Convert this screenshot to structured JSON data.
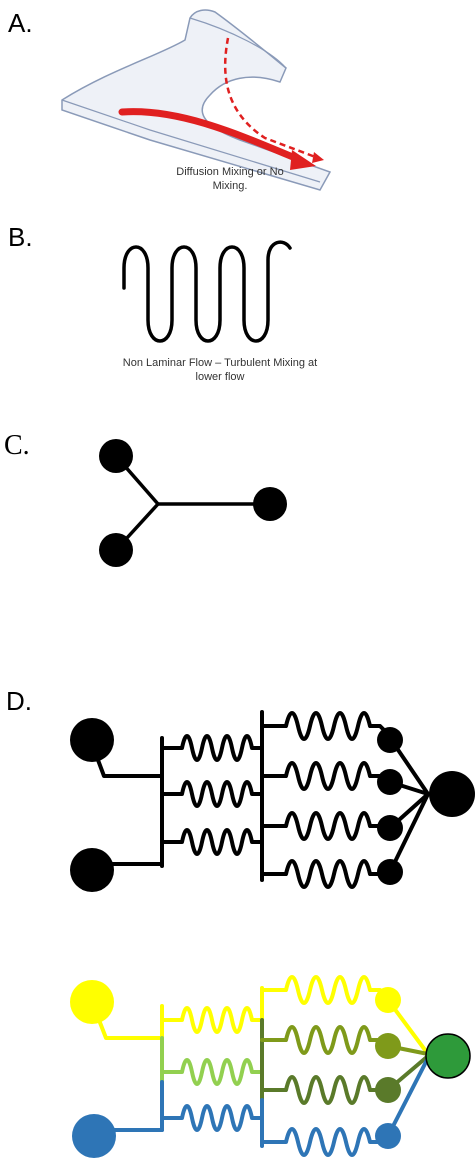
{
  "panels": {
    "a": {
      "label": "A.",
      "caption_line1": "Diffusion Mixing or No",
      "caption_line2": "Mixing."
    },
    "b": {
      "label": "B.",
      "caption_line1": "Non Laminar Flow – Turbulent Mixing at",
      "caption_line2": "lower flow"
    },
    "c": {
      "label": "C."
    },
    "d": {
      "label": "D."
    }
  },
  "colors": {
    "black": "#000000",
    "red": "#e02020",
    "yellow": "#ffff00",
    "light_green": "#92d050",
    "olive": "#7f9a1a",
    "dark_olive": "#5a7a2a",
    "blue": "#2e75b6",
    "green": "#2e9a3a",
    "channel_outline": "#8a9ab8"
  }
}
